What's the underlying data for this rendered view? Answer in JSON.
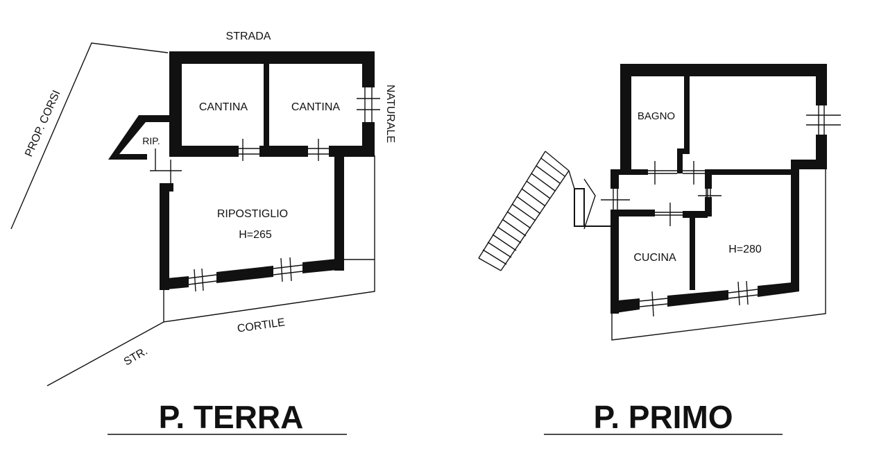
{
  "floors": [
    {
      "title": "P. TERRA",
      "rooms": {
        "cantina_1": "CANTINA",
        "cantina_2": "CANTINA",
        "rip": "RIP.",
        "ripostiglio": "RIPOSTIGLIO",
        "height": "H=265"
      },
      "surroundings": {
        "strada": "STRADA",
        "naturale": "NATURALE",
        "prop_corsi": "PROP. CORSI",
        "cortile": "CORTILE",
        "str": "STR."
      }
    },
    {
      "title": "P. PRIMO",
      "rooms": {
        "bagno": "BAGNO",
        "cucina": "CUCINA",
        "height": "H=280"
      }
    }
  ],
  "colors": {
    "ink": "#111111",
    "background": "#ffffff"
  }
}
